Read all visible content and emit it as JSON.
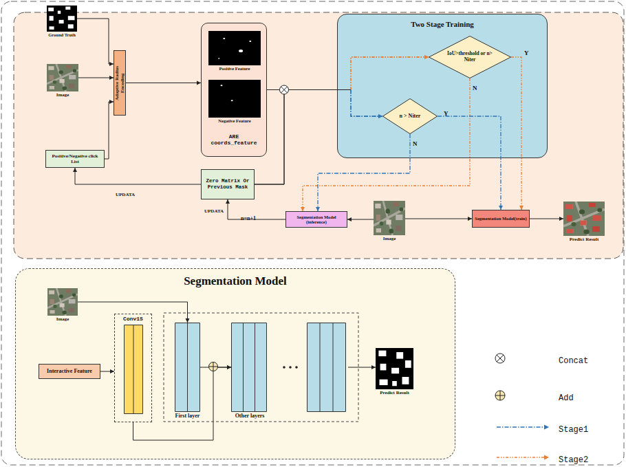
{
  "diagram": {
    "nodes": [
      {
        "text": [
          "Ground Truth"
        ]
      },
      {
        "text": [
          "Image"
        ]
      },
      {
        "text": [
          "Adaptive Radius Encoding"
        ]
      },
      {
        "text": [
          "ARE coords_feature"
        ]
      },
      {
        "text": [
          "Positive Feature"
        ],
        "in": 3
      },
      {
        "text": [
          "Negative Feature"
        ],
        "in": 3
      },
      {
        "text": [
          "Two Stage Training"
        ]
      },
      {
        "text": [
          "IoU>threshold or n> Niter"
        ],
        "in": 6
      },
      {
        "text": [
          "n > Niter"
        ],
        "in": 6
      },
      {
        "text": [
          "Positive/Negative click List"
        ]
      },
      {
        "text": [
          "Zero Matrix Or Previous Mask"
        ]
      },
      {
        "text": [
          "Segmentation Model (inference)"
        ]
      },
      {
        "text": [
          "Image"
        ]
      },
      {
        "text": [
          "Segmentation Model(train)"
        ]
      },
      {
        "text": [
          "Predict Result"
        ]
      },
      {
        "text": [
          "Segmentation Model"
        ]
      },
      {
        "text": [
          "Image"
        ],
        "in": 15
      },
      {
        "text": [
          "Interactive Feature"
        ],
        "in": 15
      },
      {
        "text": [
          "Conv1S"
        ],
        "in": 15
      },
      {
        "text": [
          "First layer"
        ],
        "in": 15
      },
      {
        "text": [
          "Other layers"
        ],
        "in": 15
      },
      {
        "text": [
          "Predict Result"
        ],
        "in": 15
      }
    ],
    "edges": [
      {
        "from": 0,
        "to": 2,
        "arrow": "to"
      },
      {
        "from": 1,
        "to": 2,
        "arrow": "to"
      },
      {
        "from": 9,
        "to": 2,
        "arrow": "to"
      },
      {
        "from": 2,
        "to": 3,
        "arrow": "to"
      },
      {
        "from": 3,
        "to": 7,
        "arrow": "to"
      },
      {
        "from": 3,
        "to": 8,
        "arrow": "to"
      },
      {
        "from": 10,
        "to": 7,
        "arrow": "to"
      },
      {
        "from": 10,
        "to": 8,
        "arrow": "to"
      },
      {
        "from": 7,
        "to": 13,
        "label": "Y",
        "arrow": "to"
      },
      {
        "from": 7,
        "to": 11,
        "label": "N",
        "arrow": "to"
      },
      {
        "from": 8,
        "to": 13,
        "label": "Y",
        "arrow": "to"
      },
      {
        "from": 8,
        "to": 11,
        "label": "N",
        "arrow": "to"
      },
      {
        "from": 11,
        "to": 10,
        "label": "n=n+1",
        "arrow": "to"
      },
      {
        "from": 10,
        "to": 9,
        "label": "UPDATA",
        "arrow": "to"
      },
      {
        "from": 12,
        "to": 11,
        "arrow": "to"
      },
      {
        "from": 12,
        "to": 13,
        "arrow": "to"
      },
      {
        "from": 13,
        "to": 14,
        "arrow": "to"
      },
      {
        "from": 16,
        "to": 19,
        "arrow": "to"
      },
      {
        "from": 17,
        "to": 18,
        "arrow": "to"
      },
      {
        "from": 18,
        "to": 20,
        "arrow": "to"
      },
      {
        "from": 19,
        "to": 20,
        "arrow": "to"
      },
      {
        "from": 20,
        "to": 21,
        "arrow": "to"
      }
    ],
    "labels": [
      "UPDATA"
    ],
    "legend": [
      {
        "text": "Concat"
      },
      {
        "text": "Add"
      },
      {
        "text": "Stage1"
      },
      {
        "text": "Stage2"
      }
    ]
  }
}
